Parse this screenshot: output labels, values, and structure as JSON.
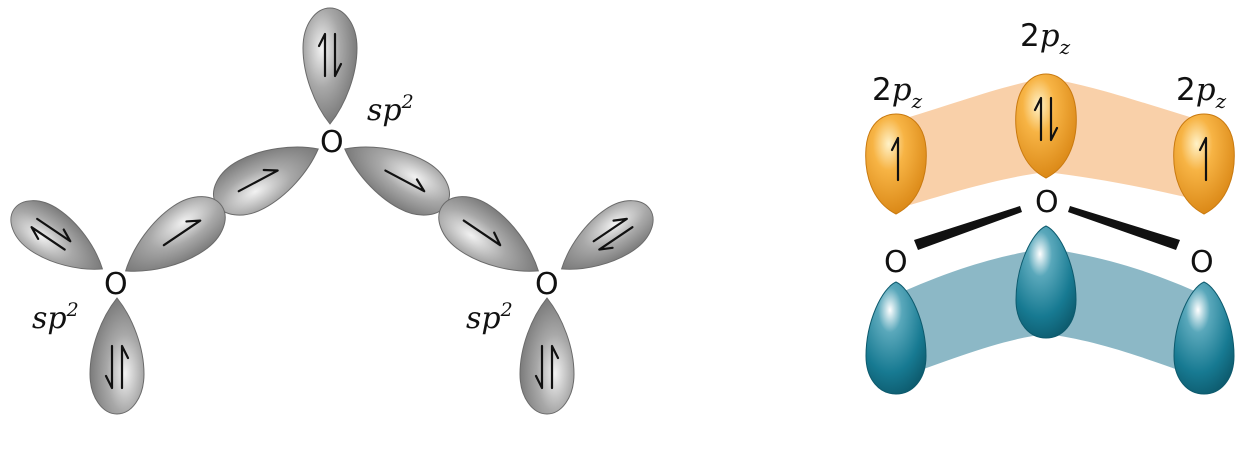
{
  "left_diagram": {
    "atoms": {
      "top": "O",
      "left": "O",
      "right": "O"
    },
    "hybrid_labels": {
      "top": {
        "base": "sp",
        "sup": "2"
      },
      "left": {
        "base": "sp",
        "sup": "2"
      },
      "right": {
        "base": "sp",
        "sup": "2"
      }
    },
    "orbital_color": "#9a9a9a"
  },
  "right_diagram": {
    "atoms": {
      "top": "O",
      "left": "O",
      "right": "O"
    },
    "pz_labels": {
      "top": {
        "coef": "2",
        "p": "p",
        "sub": "z"
      },
      "left": {
        "coef": "2",
        "p": "p",
        "sub": "z"
      },
      "right": {
        "coef": "2",
        "p": "p",
        "sub": "z"
      }
    },
    "upper_lobe_color": "#f2a22f",
    "upper_band_color": "#f8c89a",
    "lower_lobe_color": "#177a92",
    "lower_band_color": "#7fb0c0"
  }
}
